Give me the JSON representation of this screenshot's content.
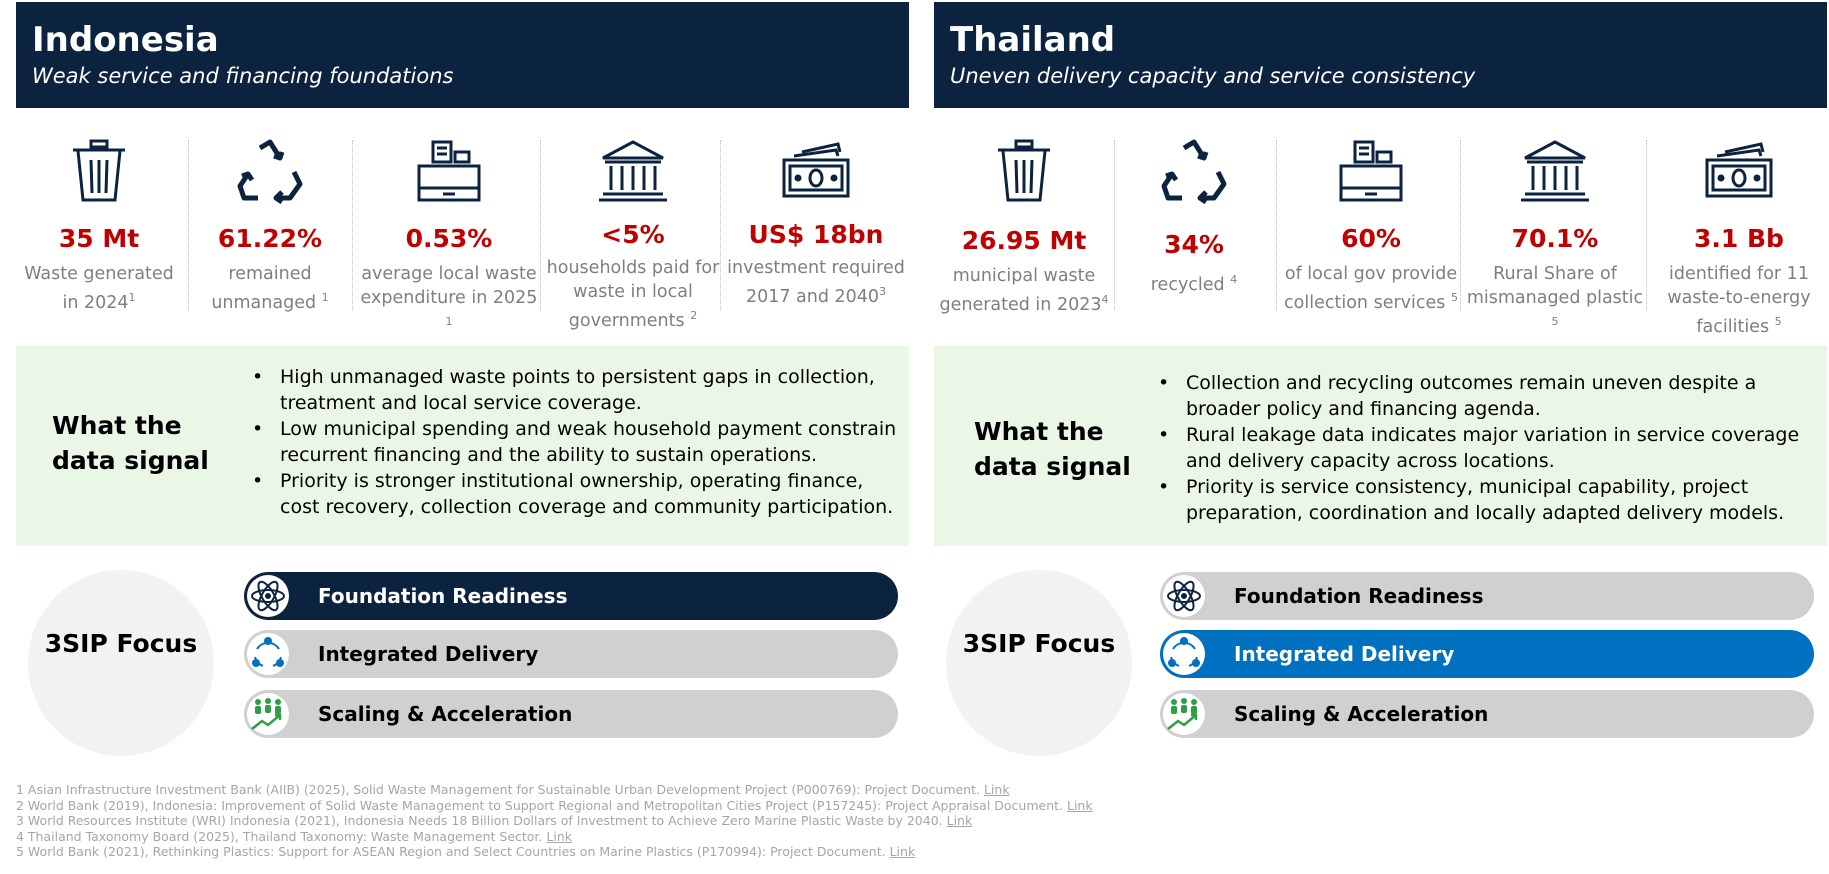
{
  "indonesia": {
    "country": "Indonesia",
    "subtitle": "Weak service and financing foundations",
    "stats": [
      {
        "icon": "trash-bin-icon",
        "value": "35 Mt",
        "label": "Waste generated in 2024",
        "ref": "1"
      },
      {
        "icon": "recycle-icon",
        "value": "61.22%",
        "label": "remained unmanaged",
        "ref": "1"
      },
      {
        "icon": "cash-register-icon",
        "value": "0.53%",
        "label": "average local waste expenditure in 2025",
        "ref": "1"
      },
      {
        "icon": "government-building-icon",
        "value": "<5%",
        "label": "households paid for waste in local governments",
        "ref": "2"
      },
      {
        "icon": "banknote-icon",
        "value": "US$ 18bn",
        "label": "investment required 2017 and 2040",
        "ref": "3"
      }
    ],
    "signal_title": "What the data signal",
    "bullets": [
      "High unmanaged waste points to persistent gaps in collection, treatment and local service coverage.",
      "Low municipal spending and weak household payment constrain recurrent financing and the ability to sustain operations.",
      "Priority is stronger institutional ownership, operating finance, cost recovery, collection coverage and community participation."
    ],
    "focus_label": "3SIP Focus",
    "focus_items": [
      {
        "label": "Foundation Readiness",
        "icon": "atom-icon",
        "state": "active-dark"
      },
      {
        "label": "Integrated Delivery",
        "icon": "connected-nodes-icon",
        "state": "inactive"
      },
      {
        "label": "Scaling & Acceleration",
        "icon": "people-growth-icon",
        "state": "inactive"
      }
    ]
  },
  "thailand": {
    "country": "Thailand",
    "subtitle": "Uneven delivery capacity and service consistency",
    "stats": [
      {
        "icon": "trash-bin-icon",
        "value": "26.95 Mt",
        "label": "municipal waste generated in 2023",
        "ref": "4"
      },
      {
        "icon": "recycle-icon",
        "value": "34%",
        "label": "recycled",
        "ref": "4"
      },
      {
        "icon": "cash-register-icon",
        "value": "60%",
        "label": "of local gov provide collection services",
        "ref": "5"
      },
      {
        "icon": "government-building-icon",
        "value": "70.1%",
        "label": "Rural Share of mismanaged plastic",
        "ref": "5"
      },
      {
        "icon": "banknote-icon",
        "value": "3.1 Bb",
        "label": "identified for 11 waste-to-energy facilities",
        "ref": "5"
      }
    ],
    "signal_title": "What the data signal",
    "bullets": [
      "Collection and recycling outcomes remain uneven despite a broader policy and financing agenda.",
      "Rural leakage data indicates major variation in service coverage and delivery capacity across locations.",
      "Priority is service consistency, municipal capability, project preparation, coordination and locally adapted delivery models."
    ],
    "focus_label": "3SIP Focus",
    "focus_items": [
      {
        "label": "Foundation Readiness",
        "icon": "atom-icon",
        "state": "inactive"
      },
      {
        "label": "Integrated Delivery",
        "icon": "connected-nodes-icon",
        "state": "active-blue"
      },
      {
        "label": "Scaling & Acceleration",
        "icon": "people-growth-icon",
        "state": "inactive"
      }
    ]
  },
  "footnotes": [
    {
      "text": "1 Asian Infrastructure Investment Bank (AIIB) (2025), Solid Waste Management for Sustainable Urban Development Project (P000769): Project Document.",
      "link": "Link"
    },
    {
      "text": "2 World Bank (2019), Indonesia: Improvement of Solid Waste Management to Support Regional and Metropolitan Cities Project (P157245): Project Appraisal Document.",
      "link": "Link"
    },
    {
      "text": "3 World Resources Institute (WRI) Indonesia (2021), Indonesia Needs 18 Billion Dollars of Investment to Achieve Zero Marine Plastic Waste by 2040.",
      "link": "Link"
    },
    {
      "text": "4 Thailand Taxonomy Board (2025), Thailand Taxonomy: Waste Management Sector.",
      "link": "Link"
    },
    {
      "text": "5 World Bank (2021), Rethinking Plastics: Support for ASEAN Region and Select Countries on Marine Plastics (P170994): Project Document.",
      "link": "Link"
    }
  ],
  "colors": {
    "navy": "#0C2340",
    "accent_red": "#C00000",
    "active_blue": "#0070C0",
    "signal_bg": "#EBF7E6",
    "pill_grey": "#D0D0D0"
  }
}
